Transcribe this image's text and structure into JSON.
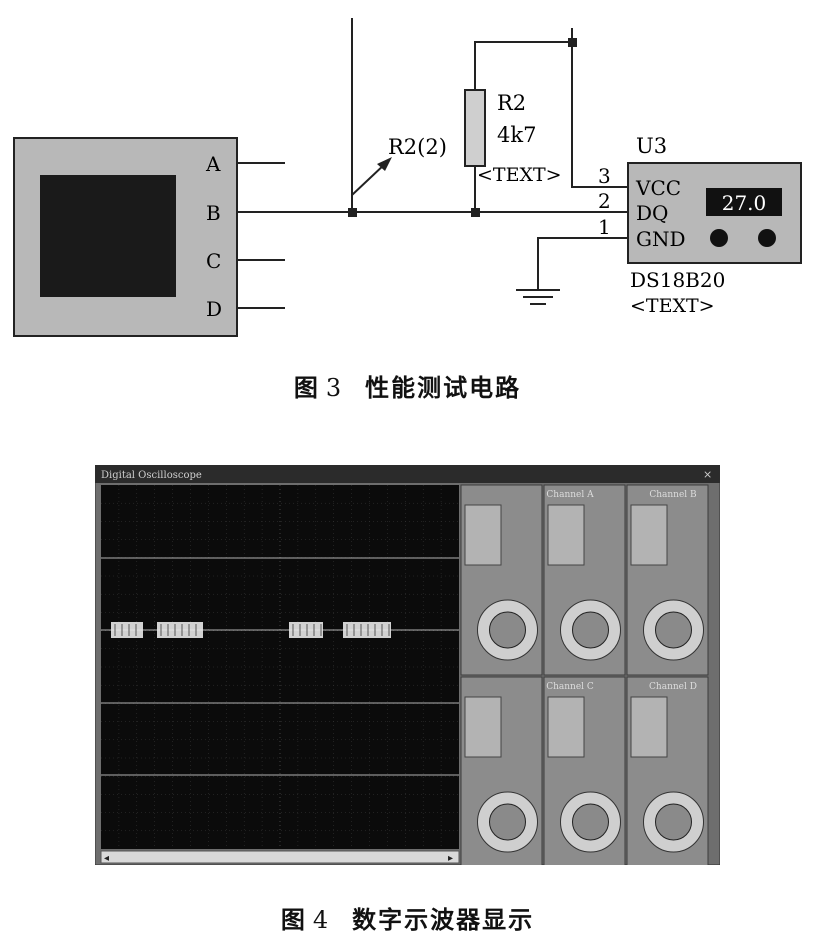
{
  "figure3": {
    "caption_label": "图",
    "caption_number": "3",
    "caption_text": "性能测试电路",
    "probe": {
      "pins": [
        "A",
        "B",
        "C",
        "D"
      ]
    },
    "wiper_label": "R2(2)",
    "resistor": {
      "ref": "R2",
      "value": "4k7",
      "text": "<TEXT>"
    },
    "sensor": {
      "ref": "U3",
      "part": "DS18B20",
      "text": "<TEXT>",
      "reading": "27.0",
      "pins": [
        {
          "num": "3",
          "name": "VCC"
        },
        {
          "num": "2",
          "name": "DQ"
        },
        {
          "num": "1",
          "name": "GND"
        }
      ]
    }
  },
  "figure4": {
    "caption_label": "图",
    "caption_number": "4",
    "caption_text": "数字示波器显示",
    "window_title": "Digital Oscilloscope",
    "channel_panels": [
      "Channel A",
      "Channel B",
      "Channel C",
      "Channel D"
    ],
    "colors": {
      "screen": "#0b0b0b",
      "grid": "#3a3a3a",
      "trace": "#e8e8e8",
      "panel": "#8c8c8c"
    }
  }
}
